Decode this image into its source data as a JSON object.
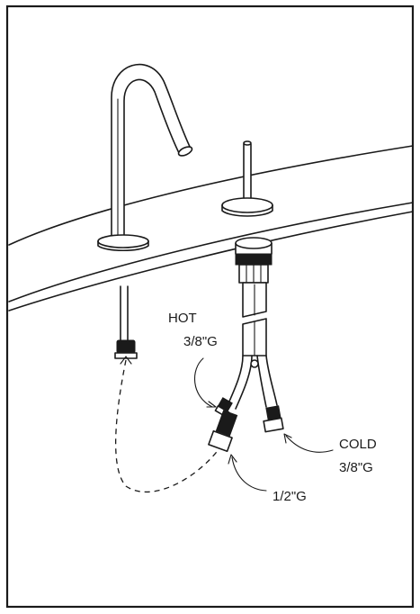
{
  "labels": {
    "hot": "HOT",
    "hot_size": "3/8\"G",
    "cold": "COLD",
    "cold_size": "3/8\"G",
    "supply_size": "1/2\"G"
  },
  "colors": {
    "line": "#1a1a1a",
    "background": "#ffffff"
  }
}
